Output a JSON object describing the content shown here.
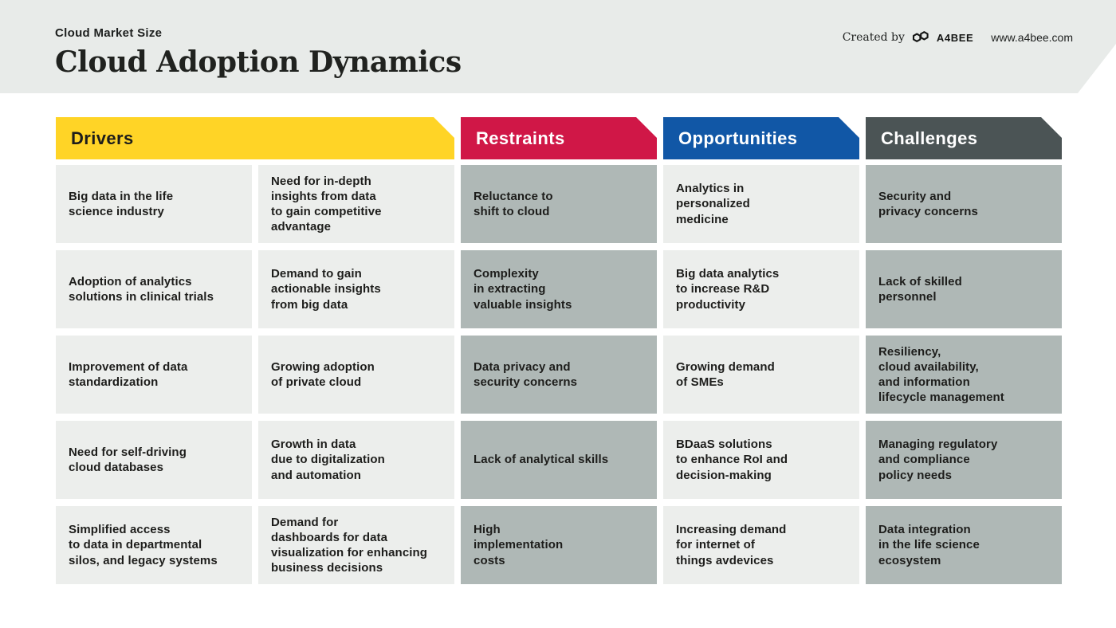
{
  "header": {
    "eyebrow": "Cloud Market Size",
    "title": "Cloud Adoption Dynamics",
    "credit": {
      "created_by_label": "Created by",
      "brand": "A4BEE",
      "website": "www.a4bee.com"
    }
  },
  "colors": {
    "header_band": "#e8ebe9",
    "drivers_banner": "#ffd426",
    "restraints_banner": "#d01747",
    "opportunities_banner": "#1157a6",
    "challenges_banner": "#4b5455",
    "light_cell": "#eceeec",
    "gray_cell": "#afb8b6",
    "text": "#1d1d1b"
  },
  "columns": {
    "drivers": {
      "label": "Drivers",
      "items_left": [
        "Big data in the life\nscience industry",
        "Adoption of analytics\nsolutions in clinical trials",
        "Improvement of data\nstandardization",
        "Need for self-driving\ncloud databases",
        "Simplified access\nto data in departmental\nsilos, and legacy systems"
      ],
      "items_right": [
        "Need for in-depth\ninsights from data\nto gain competitive\nadvantage",
        "Demand to gain\nactionable insights\nfrom big data",
        "Growing adoption\nof private cloud",
        "Growth in data\ndue to digitalization\nand automation",
        "Demand for\ndashboards for data\nvisualization for enhancing\nbusiness decisions"
      ]
    },
    "restraints": {
      "label": "Restraints",
      "items": [
        "Reluctance to\nshift to cloud",
        "Complexity\nin extracting\nvaluable insights",
        "Data privacy and\nsecurity concerns",
        "Lack of analytical skills",
        "High\nimplementation\ncosts"
      ]
    },
    "opportunities": {
      "label": "Opportunities",
      "items": [
        "Analytics in\npersonalized\nmedicine",
        "Big data analytics\nto increase R&D\nproductivity",
        "Growing demand\nof SMEs",
        "BDaaS solutions\nto enhance RoI and\ndecision-making",
        "Increasing demand\nfor internet of\nthings avdevices"
      ]
    },
    "challenges": {
      "label": "Challenges",
      "items": [
        "Security and\nprivacy concerns",
        "Lack of skilled\npersonnel",
        "Resiliency,\ncloud availability,\nand information\nlifecycle management",
        "Managing regulatory\nand compliance\npolicy needs",
        "Data integration\nin the life science\necosystem"
      ]
    }
  }
}
